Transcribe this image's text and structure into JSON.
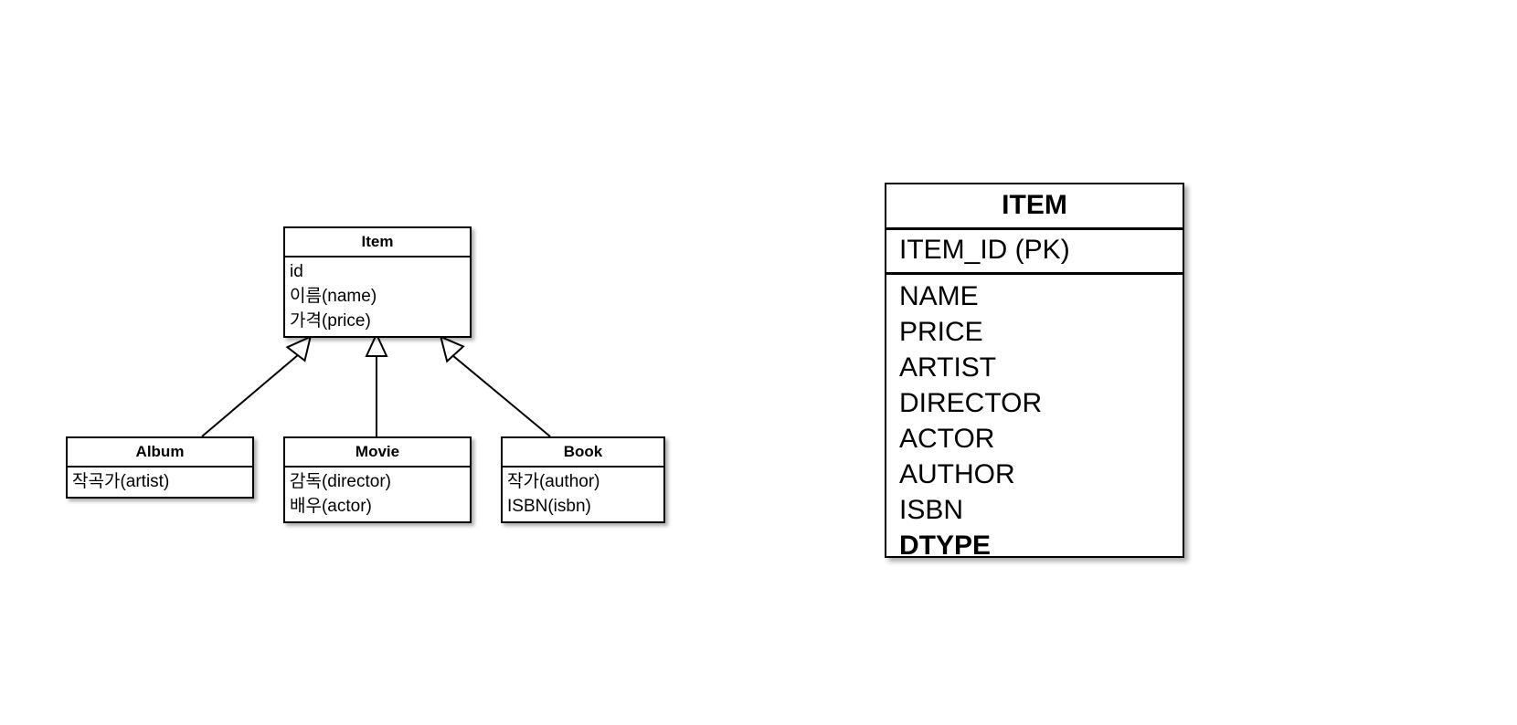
{
  "diagram": {
    "kind": "uml-class-and-erd",
    "stroke_color": "#000000",
    "background_color": "#ffffff"
  },
  "uml": {
    "superclass": {
      "name": "Item",
      "attributes": [
        "id",
        "이름(name)",
        "가격(price)"
      ]
    },
    "subclasses": [
      {
        "name": "Album",
        "attributes": [
          "작곡가(artist)"
        ]
      },
      {
        "name": "Movie",
        "attributes": [
          "감독(director)",
          "배우(actor)"
        ]
      },
      {
        "name": "Book",
        "attributes": [
          "작가(author)",
          "ISBN(isbn)"
        ]
      }
    ],
    "relations": [
      {
        "type": "generalization",
        "from": "Album",
        "to": "Item",
        "arrowhead": "hollow-triangle"
      },
      {
        "type": "generalization",
        "from": "Movie",
        "to": "Item",
        "arrowhead": "hollow-triangle"
      },
      {
        "type": "generalization",
        "from": "Book",
        "to": "Item",
        "arrowhead": "hollow-triangle"
      }
    ]
  },
  "erd": {
    "table": {
      "name": "ITEM",
      "primary_key": "ITEM_ID (PK)",
      "columns": [
        {
          "name": "NAME",
          "bold": false
        },
        {
          "name": "PRICE",
          "bold": false
        },
        {
          "name": "ARTIST",
          "bold": false
        },
        {
          "name": "DIRECTOR",
          "bold": false
        },
        {
          "name": "ACTOR",
          "bold": false
        },
        {
          "name": "AUTHOR",
          "bold": false
        },
        {
          "name": "ISBN",
          "bold": false
        },
        {
          "name": "DTYPE",
          "bold": true
        }
      ]
    }
  }
}
